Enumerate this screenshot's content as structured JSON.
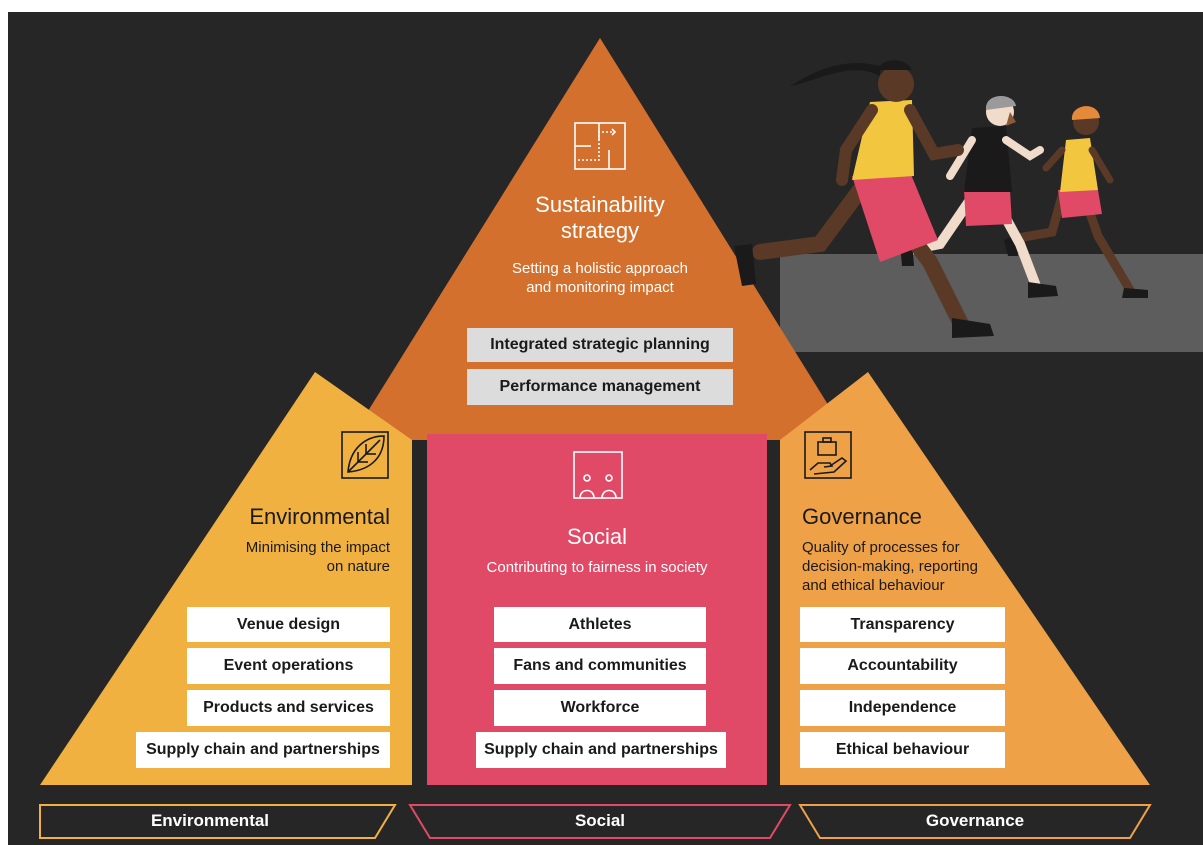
{
  "top": {
    "title_line1": "Sustainability",
    "title_line2": "strategy",
    "subtitle_line1": "Setting a holistic approach",
    "subtitle_line2": "and monitoring impact",
    "items": [
      "Integrated strategic planning",
      "Performance management"
    ],
    "icon": "strategy-path-icon"
  },
  "environmental": {
    "title": "Environmental",
    "subtitle_line1": "Minimising the impact",
    "subtitle_line2": "on nature",
    "items": [
      "Venue design",
      "Event operations",
      "Products and services",
      "Supply chain and partnerships"
    ],
    "icon": "leaf-icon"
  },
  "social": {
    "title": "Social",
    "subtitle": "Contributing to fairness in society",
    "items": [
      "Athletes",
      "Fans and communities",
      "Workforce",
      "Supply chain and partnerships"
    ],
    "icon": "people-icon"
  },
  "governance": {
    "title": "Governance",
    "subtitle_line1": "Quality of processes for",
    "subtitle_line2": "decision-making, reporting",
    "subtitle_line3": "and ethical behaviour",
    "items": [
      "Transparency",
      "Accountability",
      "Independence",
      "Ethical behaviour"
    ],
    "icon": "hand-briefcase-icon"
  },
  "tabs": [
    "Environmental",
    "Social",
    "Governance"
  ],
  "illustration": "runners-illustration",
  "colors": {
    "background": "#262626",
    "top": "#D4702E",
    "environmental": "#F0B140",
    "social": "#E04A66",
    "governance": "#EFA147",
    "track": "#5d5d5d",
    "pill_grey": "#dcdcdc"
  }
}
